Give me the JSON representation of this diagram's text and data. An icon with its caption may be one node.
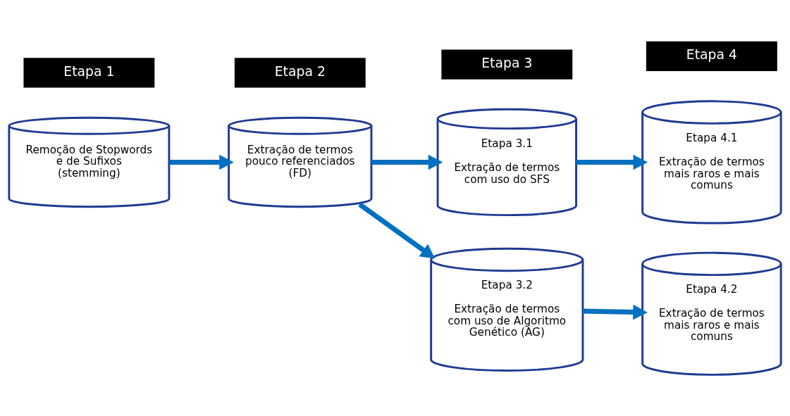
{
  "diagram": {
    "nodes": [
      {
        "text": [
          "Remoção de Stopwords e de Sufixos (stemming)"
        ]
      },
      {
        "text": [
          "Extração de termos pouco referenciados (FD)"
        ]
      },
      {
        "text": [
          "Etapa 3.1",
          "Extração de termos com uso do SFS"
        ]
      },
      {
        "text": [
          "Etapa 3.2",
          "Extração de termos com uso de Algoritmo Genético (AG)"
        ]
      },
      {
        "text": [
          "Etapa 4.1",
          "Extração de termos mais raros e mais comuns"
        ]
      },
      {
        "text": [
          "Etapa 4.2",
          "Extração de termos mais raros e mais comuns"
        ]
      }
    ],
    "edges": [
      {
        "from": 0,
        "to": 1,
        "arrow": "to"
      },
      {
        "from": 1,
        "to": 2,
        "arrow": "to"
      },
      {
        "from": 1,
        "to": 3,
        "arrow": "to"
      },
      {
        "from": 2,
        "to": 4,
        "arrow": "to"
      },
      {
        "from": 3,
        "to": 5,
        "arrow": "to"
      }
    ],
    "labels": [
      "Etapa 1",
      "Etapa 2",
      "Etapa 3",
      "Etapa 4"
    ]
  }
}
